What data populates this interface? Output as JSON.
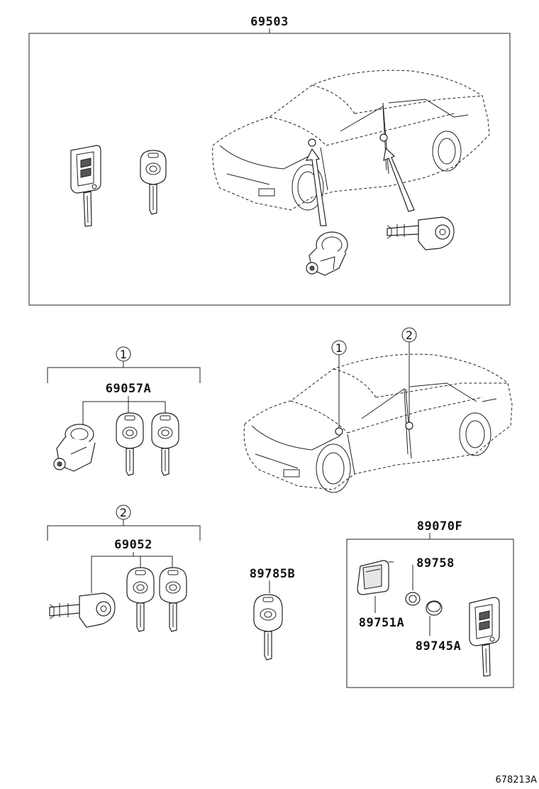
{
  "labels": {
    "main_kit": "69503",
    "kit_front": "69057A",
    "kit_rear": "69052",
    "key_blank": "89785B",
    "transmitter_kit": "89070F",
    "case": "89758",
    "cover": "89751A",
    "battery": "89745A",
    "figure_id": "678213A"
  },
  "callouts": {
    "one": "1",
    "two": "2"
  }
}
